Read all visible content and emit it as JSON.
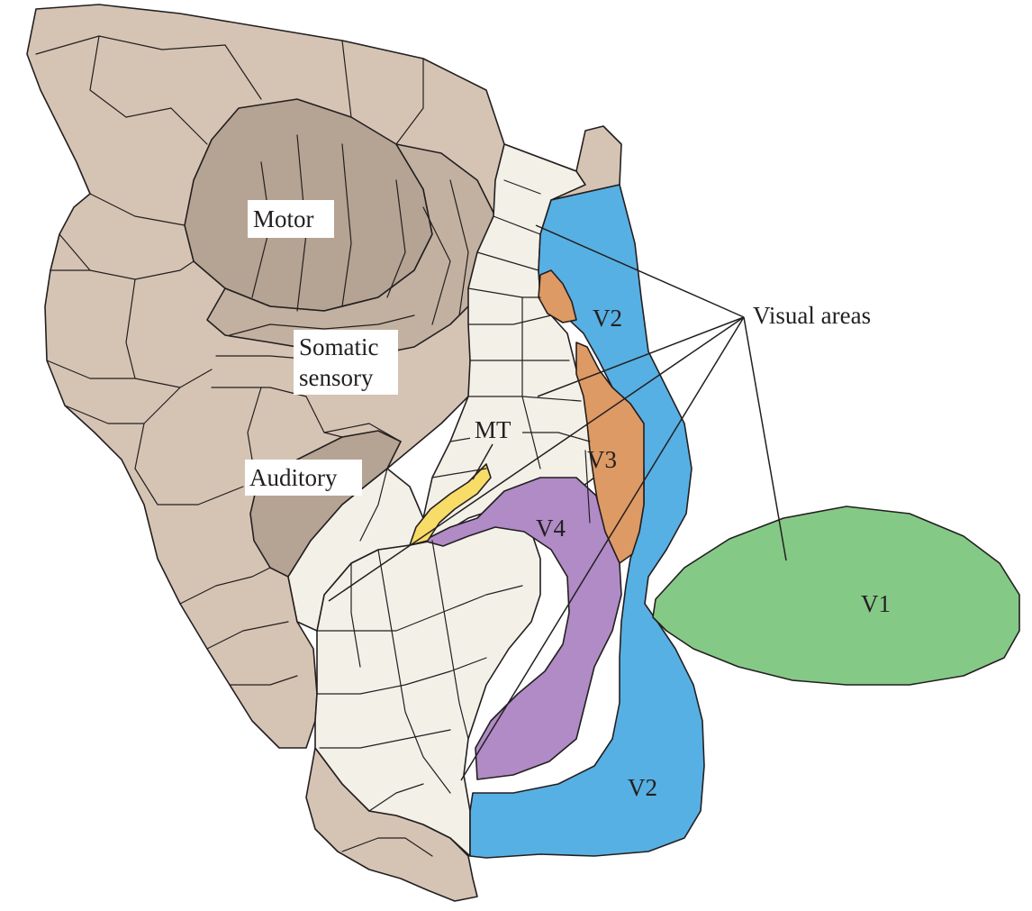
{
  "colors": {
    "cortex": "#d5c4b4",
    "cortex_dark": "#b5a393",
    "visual_cream": "#f3f0e8",
    "v1": "#85c986",
    "v2": "#57b0e3",
    "v3": "#de9a64",
    "v4": "#b08bc6",
    "mt": "#f8dc68",
    "line": "#231f20",
    "label_bg": "#ffffff"
  },
  "labels": {
    "motor": "Motor",
    "somatic_1": "Somatic",
    "somatic_2": "sensory",
    "auditory": "Auditory",
    "mt": "MT",
    "visual_areas": "Visual areas",
    "v1": "V1",
    "v2_top": "V2",
    "v2_bottom": "V2",
    "v3": "V3",
    "v4": "V4"
  }
}
